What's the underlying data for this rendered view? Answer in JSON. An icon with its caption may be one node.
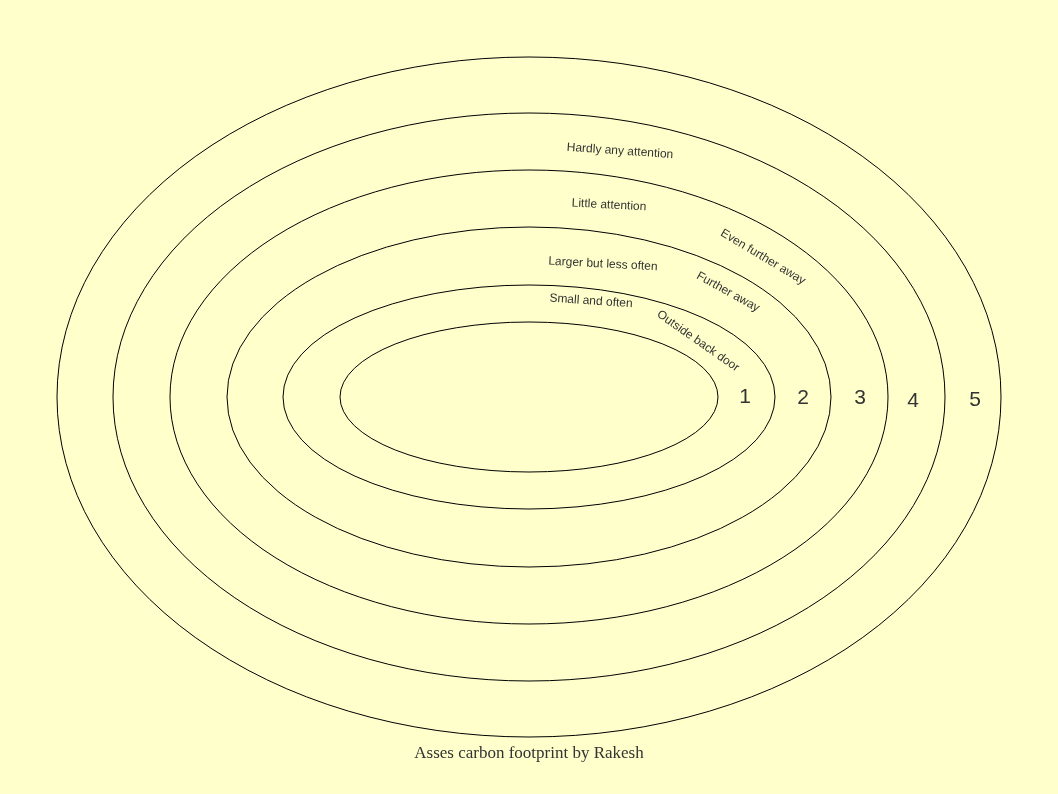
{
  "diagram": {
    "caption": "Asses carbon footprint by Rakesh",
    "nodes": [
      {
        "text": [
          "5"
        ]
      },
      {
        "text": [
          "Hardly any attention",
          "4"
        ],
        "in": 0
      },
      {
        "text": [
          "Little attention",
          "Even further away",
          "3"
        ],
        "in": 1
      },
      {
        "text": [
          "Larger but less often",
          "Further away",
          "2"
        ],
        "in": 2
      },
      {
        "text": [
          "Small and often",
          "Outside back door",
          "1"
        ],
        "in": 3
      },
      {
        "text": [],
        "shape": "ellipse",
        "in": 4
      }
    ]
  }
}
